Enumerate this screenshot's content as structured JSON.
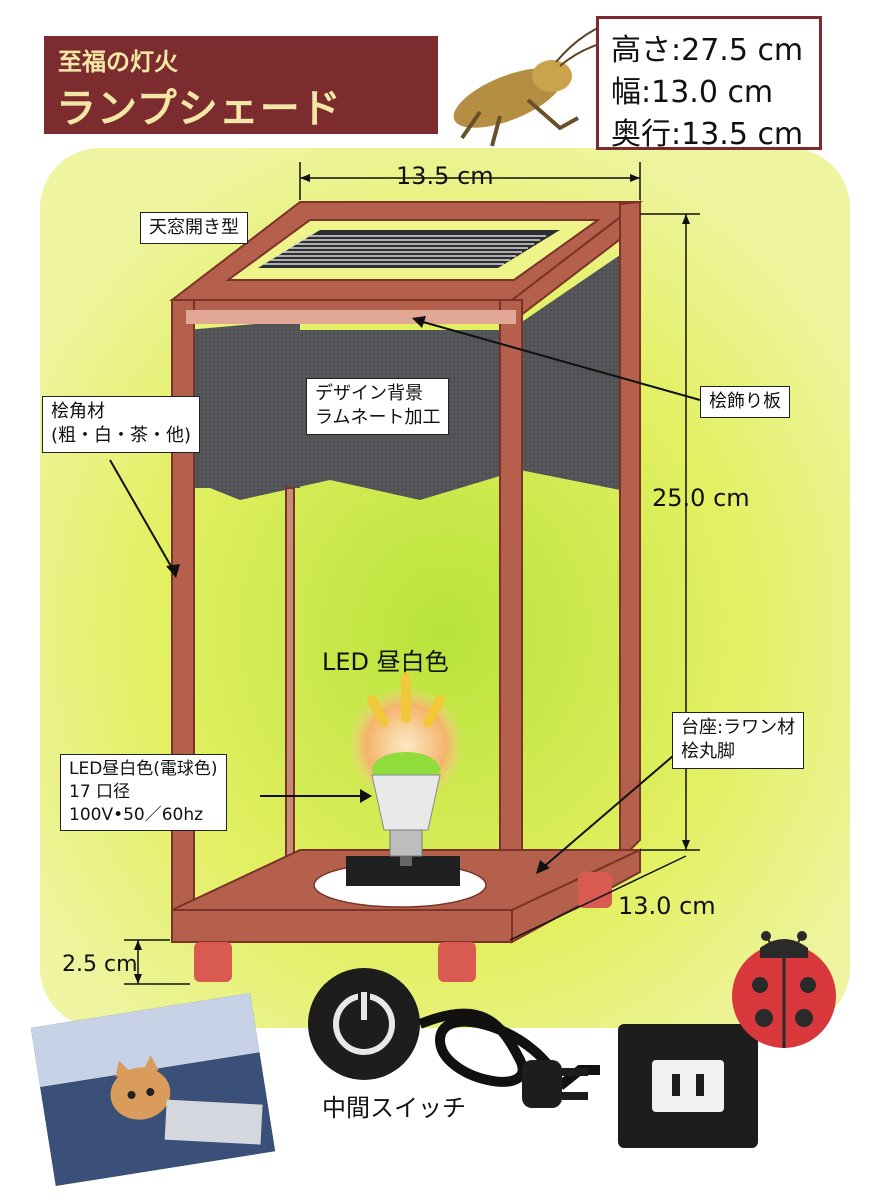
{
  "title": {
    "subtitle": "至福の灯火",
    "main": "ランプシェード"
  },
  "dimensions": {
    "height": "高さ:27.5 cm",
    "width": "幅:13.0 cm",
    "depth": "奥行:13.5 cm"
  },
  "labels": {
    "skylight": "天窓開き型",
    "design_bg_1": "デザイン背景",
    "design_bg_2": "ラムネート加工",
    "hinoki_board": "桧飾り板",
    "hinoki_square_1": "桧角材",
    "hinoki_square_2": "(粗・白・茶・他)",
    "led_top": "LED 昼白色",
    "led_1": "LED昼白色(電球色)",
    "led_2": "17 口径",
    "led_3": "100V•50／60hz",
    "base_1": "台座:ラワン材",
    "base_2": "桧丸脚",
    "switch": "中間スイッチ"
  },
  "measures": {
    "top_width": "13.5 cm",
    "height": "25.0 cm",
    "side_width": "13.0 cm",
    "leg": "2.5 cm"
  },
  "colors": {
    "background_glow": "#e4f06a",
    "wood": "#b4604c",
    "wood_dark": "#8a3e32",
    "title_bg": "#7c2c2f",
    "screen": "#4e4f50",
    "leg": "#d95a50"
  }
}
